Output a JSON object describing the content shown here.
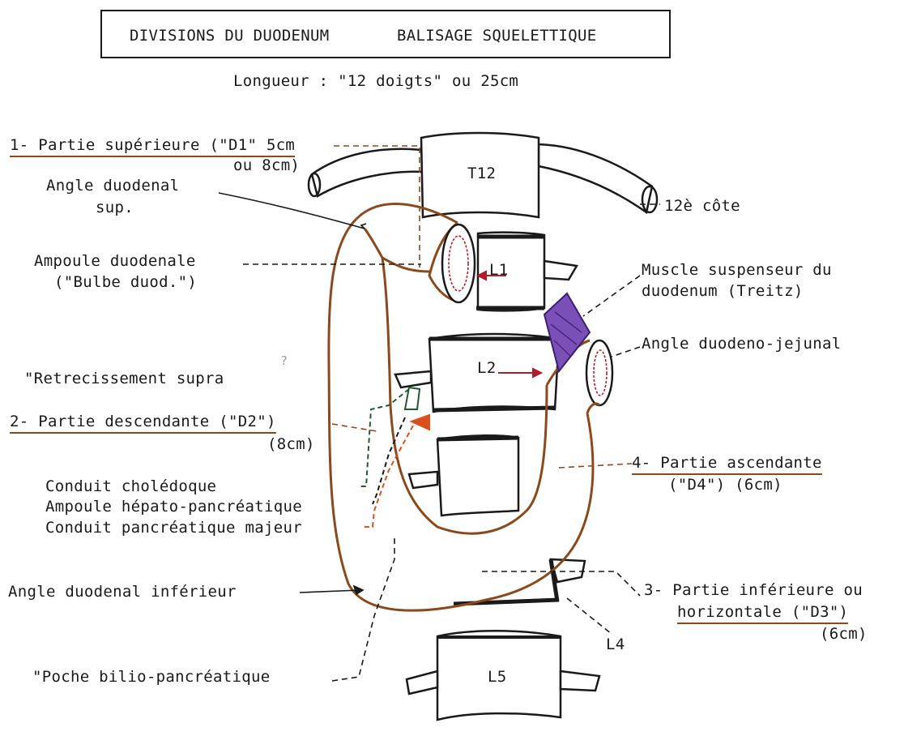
{
  "title": {
    "left": "DIVISIONS DU DUODENUM",
    "right": "BALISAGE SQUELETTIQUE",
    "subtitle": "Longueur : \"12 doigts\" ou 25cm"
  },
  "vertebrae": {
    "t12": "T12",
    "l1": "L1",
    "l2": "L2",
    "l4": "L4",
    "l5": "L5"
  },
  "labels": {
    "d1_line1": "1- Partie supérieure (\"D1\" 5cm",
    "d1_line2": "ou 8cm)",
    "angle_sup_line1": "Angle duodenal",
    "angle_sup_line2": "sup.",
    "rib": "12è côte",
    "ampoule_line1": "Ampoule duodenale",
    "ampoule_line2": "(\"Bulbe duod.\")",
    "treitz_line1": "Muscle suspenseur du",
    "treitz_line2": "duodenum (Treitz)",
    "angle_dj": "Angle duodeno-jejunal",
    "retrecissement": "\"Retrecissement supra",
    "question_mark": "?",
    "d2_line1": "2- Partie descendante (\"D2\")",
    "d2_line2": "(8cm)",
    "d4_line1": "4- Partie ascendante",
    "d4_line2": "(\"D4\") (6cm)",
    "choledoque": "Conduit cholédoque",
    "ampoule_hp": "Ampoule hépato-pancréatique",
    "pancreatique": "Conduit pancréatique majeur",
    "angle_inf": "Angle duodenal inférieur",
    "d3_line1": "3- Partie inférieure ou",
    "d3_line2": "horizontale (\"D3\")",
    "d3_line3": "(6cm)",
    "poche": "\"Poche bilio-pancréatique"
  },
  "colors": {
    "duodenum": "#8b4a1c",
    "ink": "#1a1a1a",
    "treitz": "#6b3aa0",
    "arrows": "#b01e2e",
    "choledoque": "#1f5a32",
    "pancreatic": "#d9501e"
  }
}
